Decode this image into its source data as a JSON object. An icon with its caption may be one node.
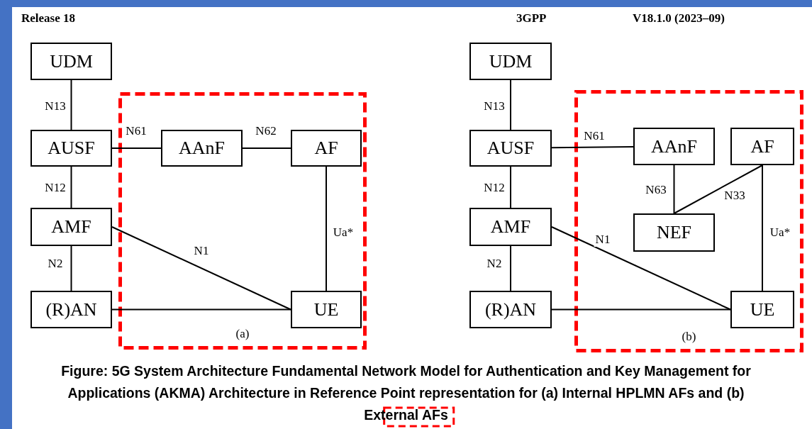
{
  "diagram": {
    "caption": "Figure: 5G System Architecture Fundamental Network Model for Authentication and Key Management for Applications (AKMA) Architecture in Reference Point representation for (a) Internal HPLMN AFs and (b) External AFs",
    "nodes": [
      {
        "text": [
          "UDM"
        ]
      },
      {
        "text": [
          "AUSF"
        ]
      },
      {
        "text": [
          "AMF"
        ]
      },
      {
        "text": [
          "(R)AN"
        ]
      },
      {
        "text": [
          "(a)"
        ]
      },
      {
        "text": [
          "AAnF"
        ],
        "in": 4
      },
      {
        "text": [
          "AF"
        ],
        "in": 4
      },
      {
        "text": [
          "UE"
        ],
        "in": 4
      },
      {
        "text": [
          "UDM"
        ]
      },
      {
        "text": [
          "AUSF"
        ]
      },
      {
        "text": [
          "AMF"
        ]
      },
      {
        "text": [
          "(R)AN"
        ]
      },
      {
        "text": [
          "(b)"
        ]
      },
      {
        "text": [
          "AAnF"
        ],
        "in": 12
      },
      {
        "text": [
          "AF"
        ],
        "in": 12
      },
      {
        "text": [
          "NEF"
        ],
        "in": 12
      },
      {
        "text": [
          "UE"
        ],
        "in": 12
      }
    ],
    "edges": [
      {
        "from": 0,
        "to": 1,
        "arrow": "none",
        "label": "N13"
      },
      {
        "from": 1,
        "to": 2,
        "arrow": "none",
        "label": "N12"
      },
      {
        "from": 2,
        "to": 3,
        "arrow": "none",
        "label": "N2"
      },
      {
        "from": 1,
        "to": 5,
        "arrow": "none",
        "label": "N61"
      },
      {
        "from": 5,
        "to": 6,
        "arrow": "none",
        "label": "N62"
      },
      {
        "from": 6,
        "to": 7,
        "arrow": "none",
        "label": "Ua*"
      },
      {
        "from": 2,
        "to": 7,
        "arrow": "none",
        "label": "N1"
      },
      {
        "from": 3,
        "to": 7,
        "arrow": "none"
      },
      {
        "from": 8,
        "to": 9,
        "arrow": "none",
        "label": "N13"
      },
      {
        "from": 9,
        "to": 10,
        "arrow": "none",
        "label": "N12"
      },
      {
        "from": 10,
        "to": 11,
        "arrow": "none",
        "label": "N2"
      },
      {
        "from": 9,
        "to": 13,
        "arrow": "none",
        "label": "N61"
      },
      {
        "from": 13,
        "to": 15,
        "arrow": "none",
        "label": "N63"
      },
      {
        "from": 14,
        "to": 15,
        "arrow": "none",
        "label": "N33"
      },
      {
        "from": 14,
        "to": 16,
        "arrow": "none",
        "label": "Ua*"
      },
      {
        "from": 10,
        "to": 16,
        "arrow": "none",
        "label": "N1"
      },
      {
        "from": 11,
        "to": 16,
        "arrow": "none"
      }
    ],
    "labels": [
      "Release 18",
      "3GPP",
      "V18.1.0 (2023–09)"
    ]
  }
}
